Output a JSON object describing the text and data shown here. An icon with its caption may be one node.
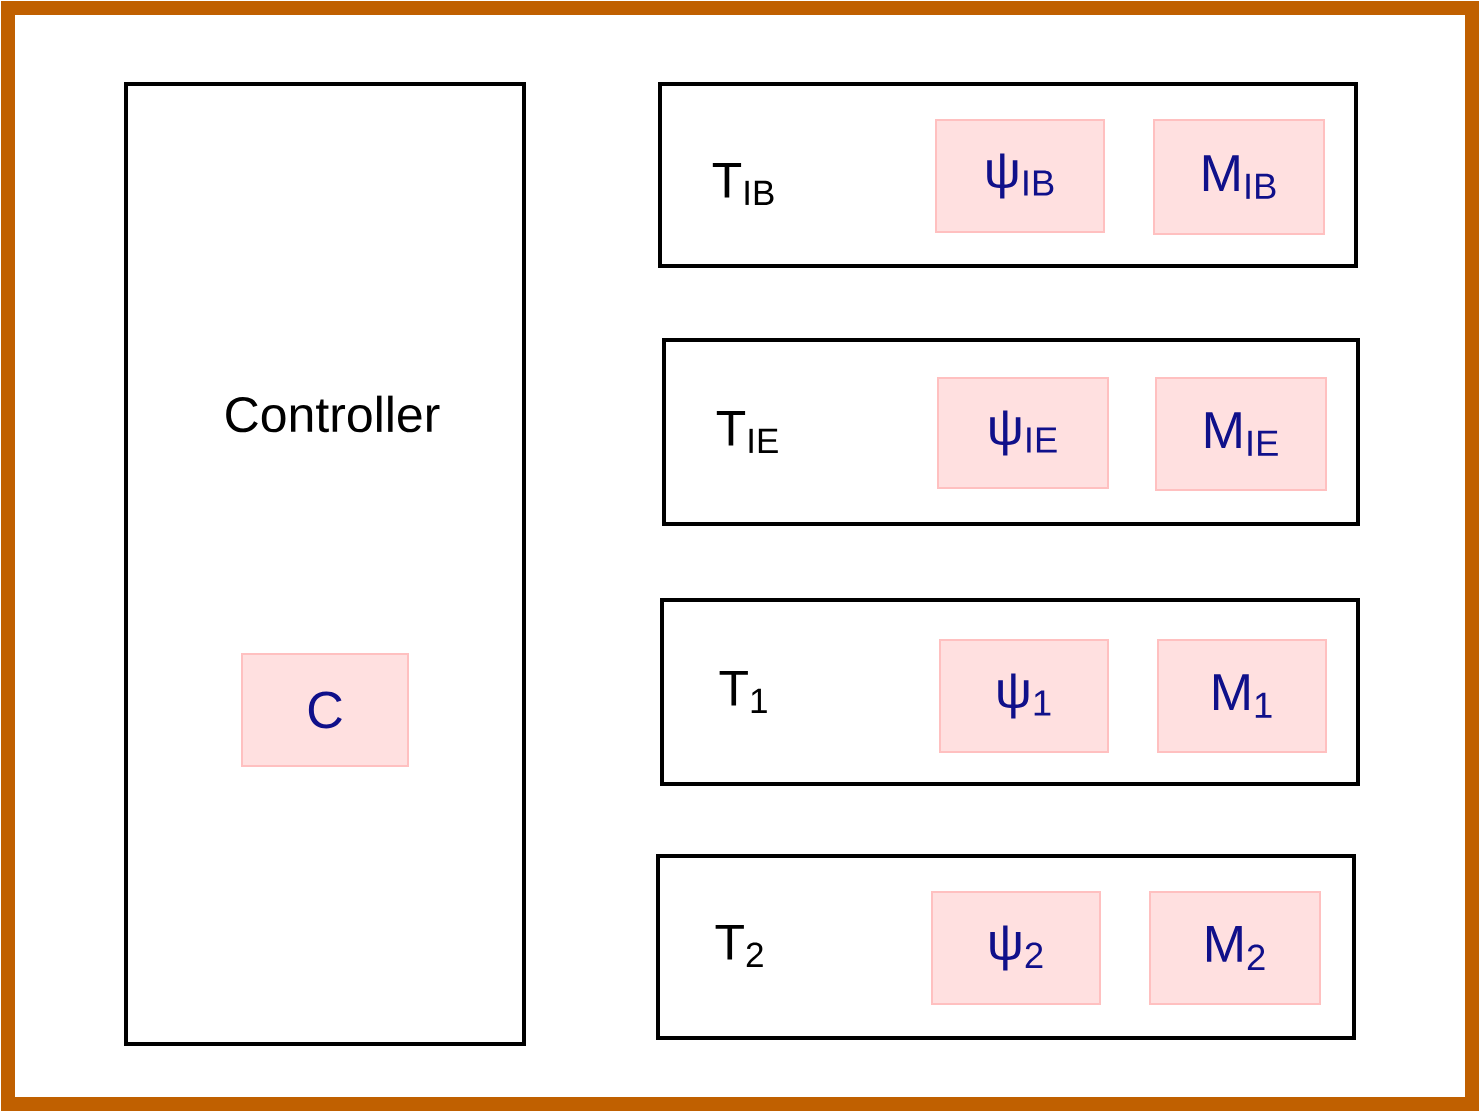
{
  "diagram": {
    "nodes": [
      {
        "text": [
          "Controller"
        ]
      },
      {
        "text": [
          "C"
        ],
        "in": 0
      },
      {
        "text": [
          "T$_{IB}$"
        ]
      },
      {
        "text": [
          "ψ$_{IB}$"
        ],
        "in": 2
      },
      {
        "text": [
          "M$_{IB}$"
        ],
        "in": 2
      },
      {
        "text": [
          "T$_{IE}$"
        ]
      },
      {
        "text": [
          "ψ$_{IE}$"
        ],
        "in": 5
      },
      {
        "text": [
          "M$_{IE}$"
        ],
        "in": 5
      },
      {
        "text": [
          "T$_{1}$"
        ]
      },
      {
        "text": [
          "ψ$_{1}$"
        ],
        "in": 8
      },
      {
        "text": [
          "M$_{1}$"
        ],
        "in": 8
      },
      {
        "text": [
          "T$_{2}$"
        ]
      },
      {
        "text": [
          "ψ$_{2}$"
        ],
        "in": 11
      },
      {
        "text": [
          "M$_{2}$"
        ],
        "in": 11
      }
    ]
  }
}
